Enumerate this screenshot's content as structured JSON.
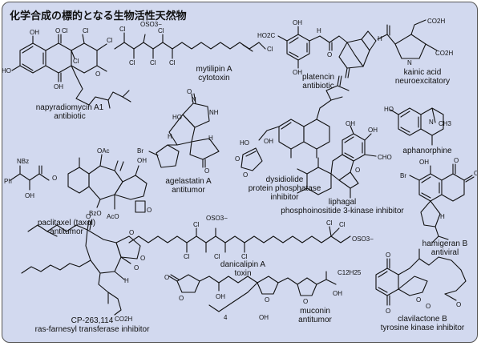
{
  "title": "化学合成の標的となる生物活性天然物",
  "compounds": [
    {
      "name": "napyradiomycin A1",
      "activity": "antibiotic"
    },
    {
      "name": "mytilipin A",
      "activity": "cytotoxin"
    },
    {
      "name": "platencin",
      "activity": "antibiotic"
    },
    {
      "name": "kainic acid",
      "activity": "neuroexcitatory"
    },
    {
      "name": "agelastatin A",
      "activity": "antitumor"
    },
    {
      "name": "dysidiolide",
      "activity": "protein phosphatase inhibitor"
    },
    {
      "name": "aphanorphine",
      "activity": ""
    },
    {
      "name": "paclitaxel (taxol)",
      "activity": "antitumor"
    },
    {
      "name": "liphagal",
      "activity": "phosphoinositide 3-kinase inhibitor"
    },
    {
      "name": "hamigeran B",
      "activity": "antiviral"
    },
    {
      "name": "danicalipin A",
      "activity": "toxin"
    },
    {
      "name": "CP-263,114",
      "activity": "ras-farnesyl transferase inhibitor"
    },
    {
      "name": "muconin",
      "activity": "antitumor"
    },
    {
      "name": "clavilactone B",
      "activity": "tyrosine kinase inhibitor"
    }
  ],
  "atom_labels": {
    "cl": "Cl",
    "oh": "OH",
    "ho": "HO",
    "o": "O",
    "h": "H",
    "nh": "NH",
    "n": "N",
    "so3": "OSO3−",
    "co2h": "CO2H",
    "ho2c": "HO2C",
    "nbz": "NBz",
    "ph": "Ph",
    "oac": "OAc",
    "aco": "AcO",
    "bzo": "BzO",
    "br": "Br",
    "ch3": "CH3",
    "cho": "CHO",
    "c12h25": "C12H25",
    "sub4": "4"
  },
  "colors": {
    "panel": "#d2d9ef",
    "ink": "#111111",
    "border": "#555555"
  }
}
